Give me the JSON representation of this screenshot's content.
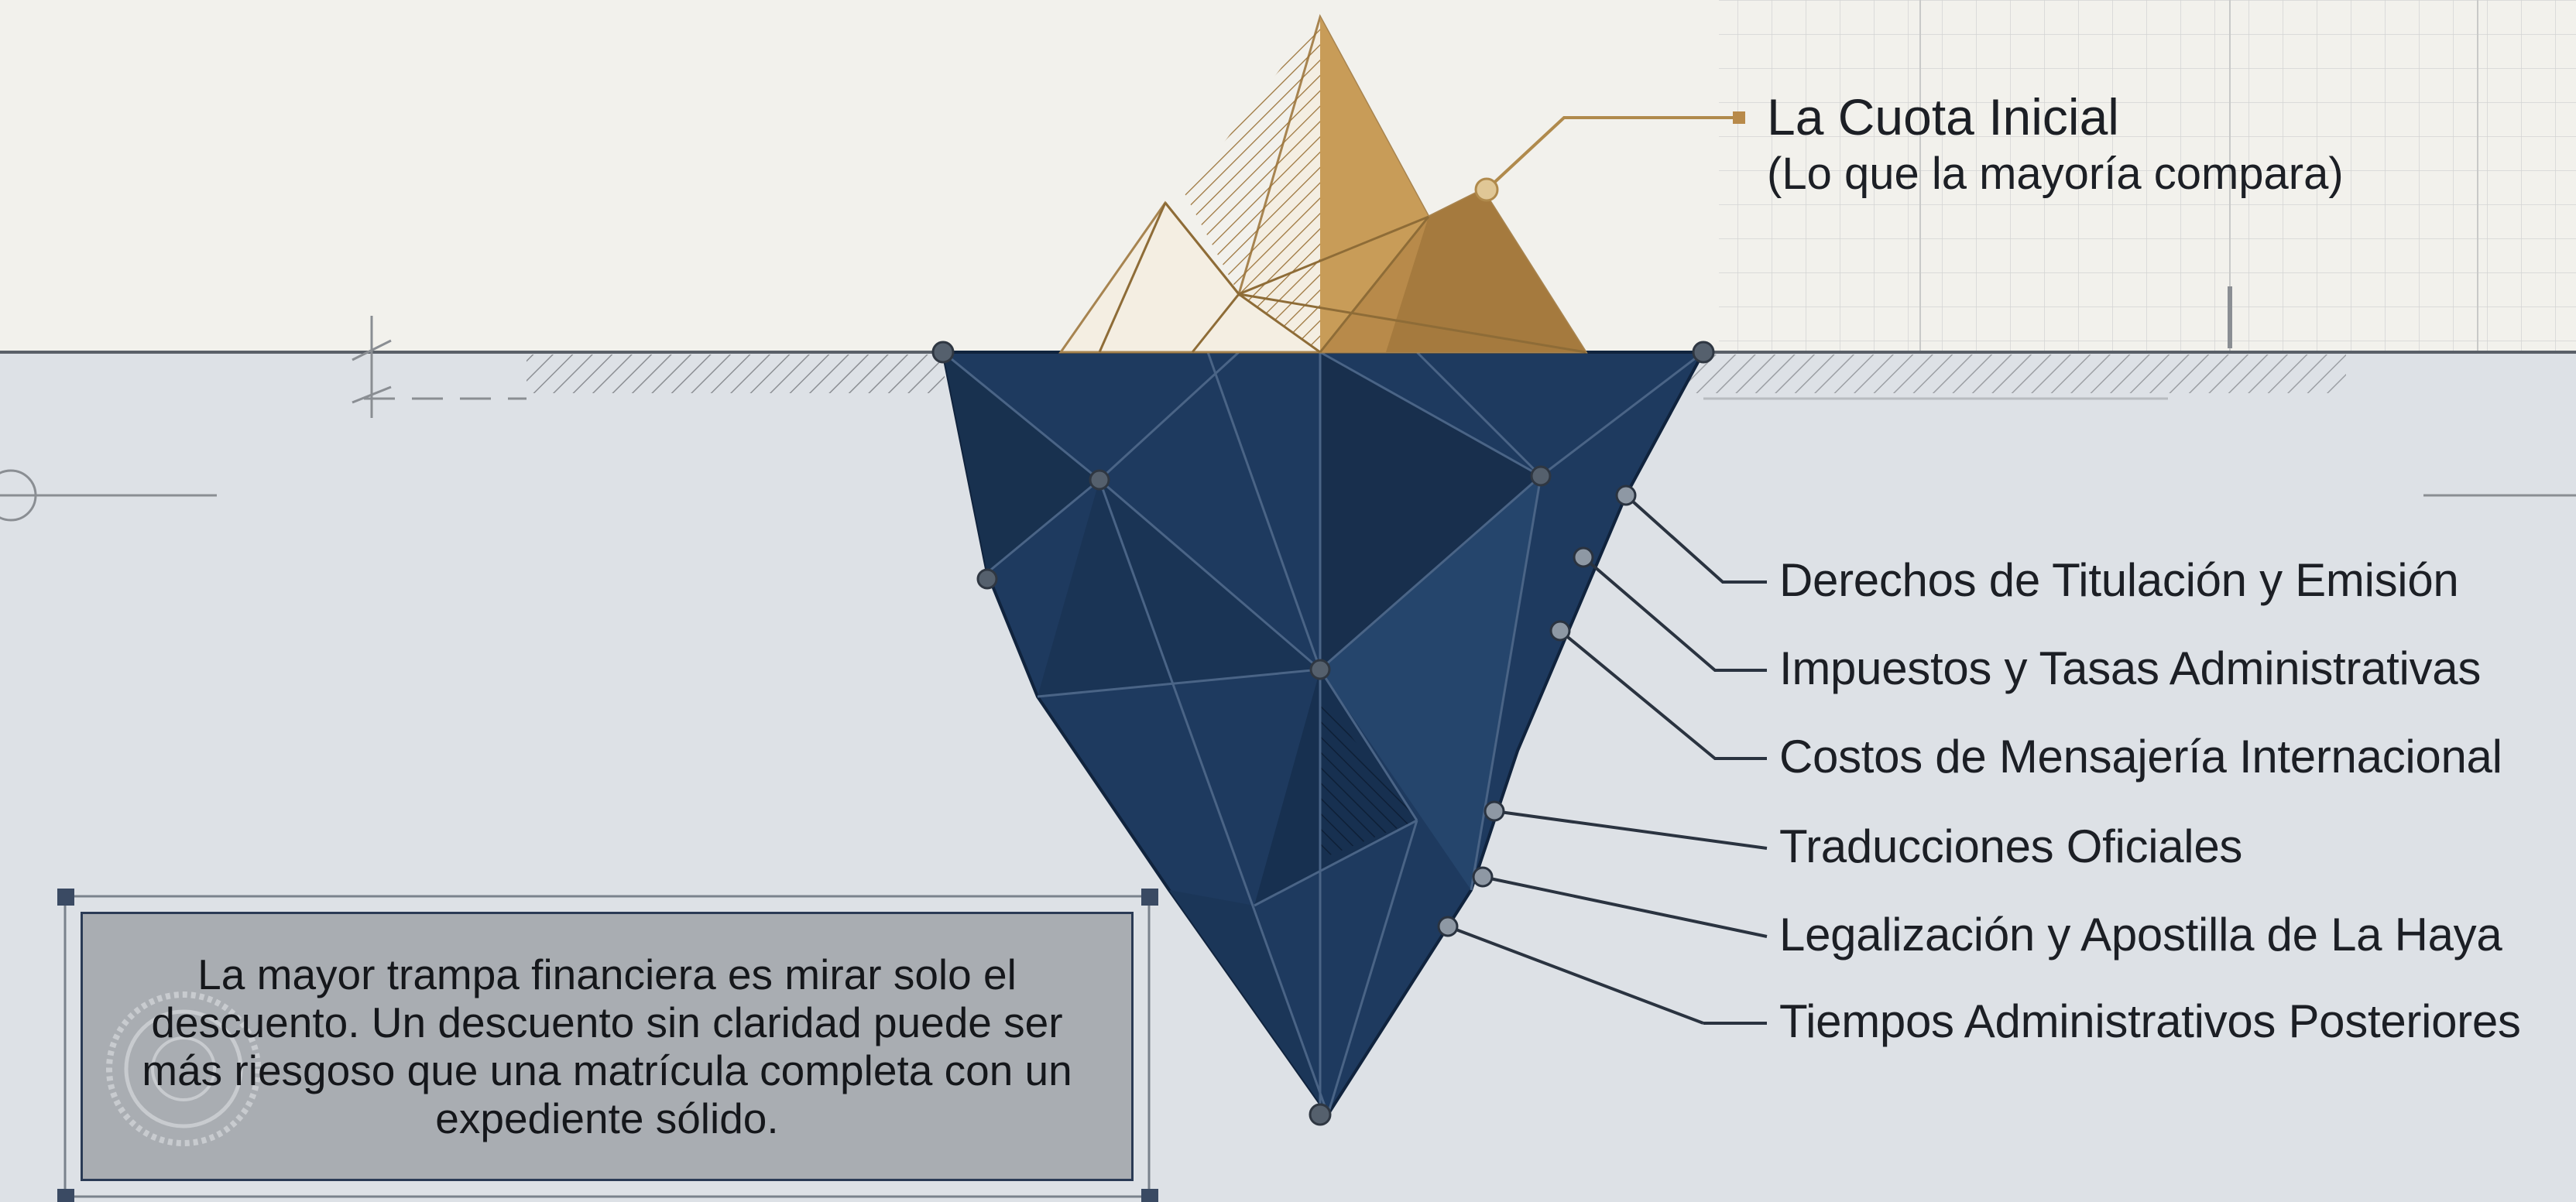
{
  "colors": {
    "background": "#f2f1ec",
    "water": "#dde1e6",
    "iceberg_below": "#1e3a5f",
    "iceberg_above": "#b88a4a",
    "callout_fill": "#a9adb2",
    "line": "#2a3340"
  },
  "visible_tip": {
    "title": "La Cuota Inicial",
    "subtitle": "(Lo que la mayoría compara)"
  },
  "hidden_costs": [
    "Derechos de Titulación y Emisión",
    "Impuestos y Tasas Administrativas",
    "Costos de Mensajería Internacional",
    "Traducciones Oficiales",
    "Legalización y Apostilla de La Haya",
    "Tiempos Administrativos Posteriores"
  ],
  "callout": {
    "text": "La mayor trampa financiera es mirar solo el descuento. Un descuento sin claridad puede ser más riesgoso que una matrícula completa con un expediente sólido."
  },
  "icons": [
    "seal-stamp-icon"
  ]
}
